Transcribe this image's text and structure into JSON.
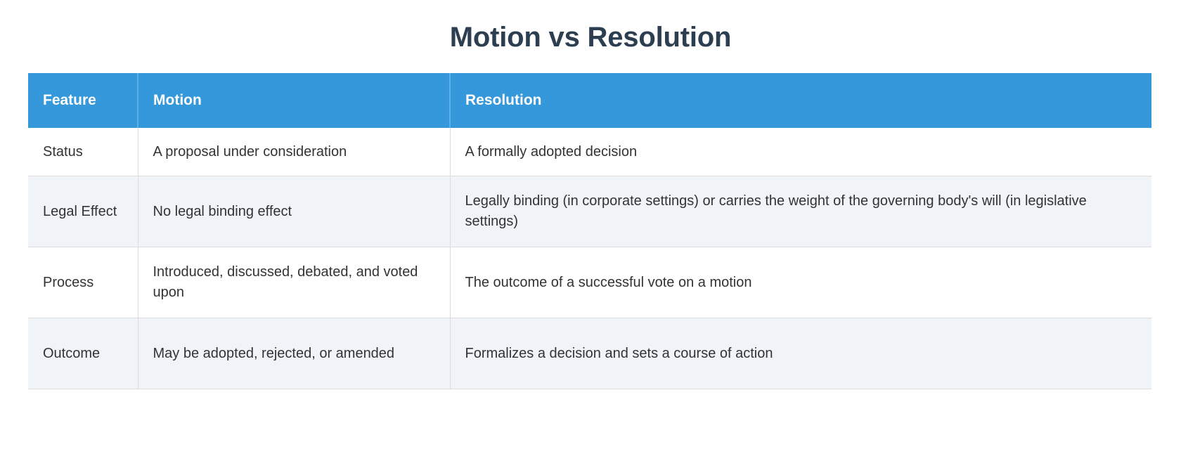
{
  "page": {
    "title": "Motion vs Resolution",
    "title_color": "#2c3e50",
    "background_color": "#ffffff"
  },
  "table": {
    "header_background": "#3498db",
    "header_text_color": "#ffffff",
    "stripe_background": "#f0f3f8",
    "row_background": "#ffffff",
    "border_color": "#dcdcdc",
    "columns": [
      {
        "key": "feature",
        "label": "Feature"
      },
      {
        "key": "motion",
        "label": "Motion"
      },
      {
        "key": "resolution",
        "label": "Resolution"
      }
    ],
    "rows": [
      {
        "feature": "Status",
        "motion": "A proposal under consideration",
        "resolution": "A formally adopted decision"
      },
      {
        "feature": "Legal Effect",
        "motion": "No legal binding effect",
        "resolution": "Legally binding (in corporate settings) or carries the weight of the governing body's will (in legislative settings)"
      },
      {
        "feature": "Process",
        "motion": "Introduced, discussed, debated, and voted upon",
        "resolution": "The outcome of a successful vote on a motion"
      },
      {
        "feature": "Outcome",
        "motion": "May be adopted, rejected, or amended",
        "resolution": "Formalizes a decision and sets a course of action"
      }
    ]
  }
}
